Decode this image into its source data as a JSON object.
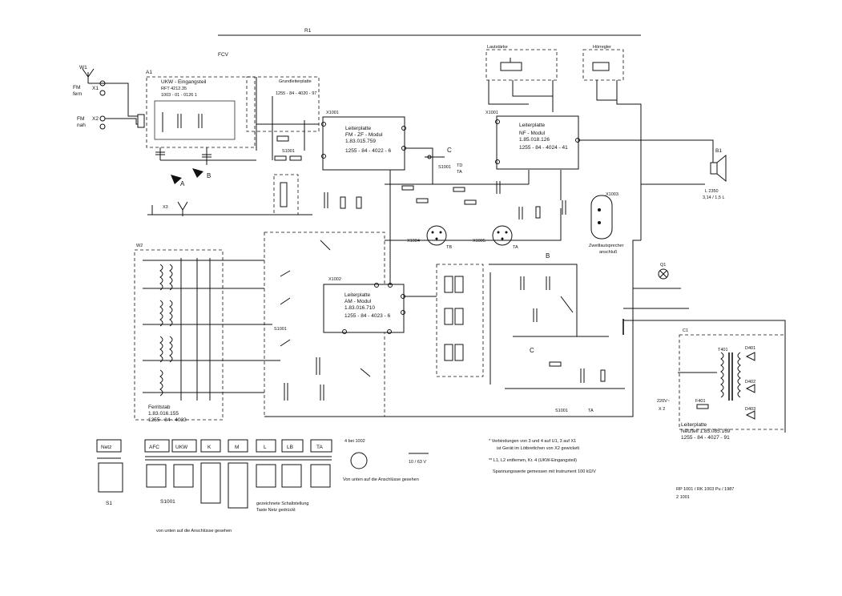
{
  "title_top": "R1",
  "blocks": {
    "ukw": {
      "title": "UKW - Eingangsteil",
      "l1": "RFT 4212.35",
      "l2": "1003 - 01 - 0126 1"
    },
    "stromlauf": {
      "title": "Grundleiterplatte",
      "code": "1255 - 84 - 4020 - 97"
    },
    "fm_zf": {
      "title": "Leiterplatte",
      "l1": "FM - ZF - Modul",
      "l2": "1.83.015.759",
      "code": "1255 - 84 - 4022 - 6"
    },
    "nf": {
      "title": "Leiterplatte",
      "l1": "NF - Modul",
      "l2": "1.85.018.126",
      "code": "1255 - 84 - 4024 - 41"
    },
    "am": {
      "title": "Leiterplatte",
      "l1": "AM - Modul",
      "l2": "1.83.016.710",
      "code": "1255 - 84 - 4023 - 6"
    },
    "netz": {
      "title": "Leiterplatte",
      "l1": "Netzteil 1.85.085.169",
      "code": "1255 - 84 - 4027 - 91"
    },
    "ferrit": {
      "title": "Ferritstab",
      "l1": "1.83.016.155",
      "code": "1255 - 84 - 4033"
    },
    "zweit": {
      "title": "Zweitlautsprecher",
      "l1": "anschluß"
    }
  },
  "controls": {
    "lautstaerke": "Lautstärke",
    "hoerregler": "Hörregler",
    "speaker": "B1",
    "speaker_spec": "L 2350",
    "speaker_imp": "3,14 / 1,5 L",
    "lamp": "Q1"
  },
  "labels": {
    "w1": "W1",
    "fm_fern": "FM\nfern",
    "fm_nah": "FM\nnah",
    "x1": "X1",
    "x2": "X2",
    "x3": "X3",
    "a1": "A1",
    "fcv": "FCV",
    "s1001": "S1001",
    "x1001": "X1001",
    "x1002": "X1002",
    "x1003": "X1003",
    "x1004": "X1004",
    "x1005": "X1005",
    "tb": "TB",
    "ta": "TA",
    "c_lbl": "C",
    "a_lbl": "A",
    "b_lbl": "B",
    "power_in": "220V~",
    "power_x": "X 2",
    "c1": "C1",
    "f401": "F401",
    "d401": "D401",
    "d402": "D402",
    "d403": "D403",
    "t401": "T401"
  },
  "notes": {
    "n1": "* Verbindungen von 3 und 4 auf U1, 3 auf X1",
    "n2": "ist Gerät im Lötbrettchen von X2 gewickelt",
    "n3": "** L1, L2 entfernen, Kr. 4 (UKW-Eingangsteil)",
    "n4": "Spannungswerte gemessen mit Instrument 100 kΩ/V",
    "pin_view": "von unten auf die Anschlüsse gesehen",
    "pin_view2": "Von unten auf die Anschlüsse gesehen",
    "switch_pos": "gezeichnete Schaltstellung",
    "switch_pos2": "Taste Netz gedrückt",
    "ref_codes": "4 bei 1002",
    "cap_val": "10 / 63 V",
    "footer1": "RP 1001 / RK 1003 Pu / 1987",
    "footer2": "2 1001"
  },
  "switch_buttons": [
    "Netz",
    "AFC",
    "UKW",
    "K",
    "M",
    "L",
    "LB",
    "TA"
  ],
  "switch_names": [
    "S1",
    "S1001"
  ]
}
